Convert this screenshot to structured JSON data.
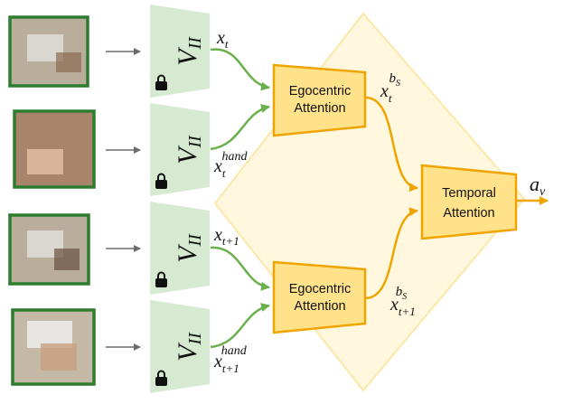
{
  "encoder": {
    "label": "V",
    "subscript": "II"
  },
  "attention": {
    "egocentric_line1": "Egocentric",
    "egocentric_line2": "Attention",
    "temporal_line1": "Temporal",
    "temporal_line2": "Attention"
  },
  "features": {
    "x_t": {
      "base": "x",
      "sub": "t"
    },
    "x_t_hand": {
      "base": "x",
      "sub": "t",
      "sup": "hand"
    },
    "x_t1": {
      "base": "x",
      "sub": "t+1"
    },
    "x_t1_hand": {
      "base": "x",
      "sub": "t+1",
      "sup": "hand"
    },
    "x_t_bs": {
      "base": "x",
      "sub": "t",
      "sup": "b",
      "supsub": "S"
    },
    "x_t1_bs": {
      "base": "x",
      "sub": "t+1",
      "sup": "b",
      "supsub": "S"
    }
  },
  "output": {
    "base": "a",
    "sub": "v"
  },
  "colors": {
    "frame_border": "#2e7d2e",
    "encoder_fill": "#d5ead0",
    "attention_fill": "#ffe28a",
    "attention_border": "#f0a400",
    "green_arrow": "#6ab04c",
    "orange_arrow": "#f0a400",
    "diamond_fill": "#fff7de"
  },
  "icons": [
    "lock-icon"
  ]
}
